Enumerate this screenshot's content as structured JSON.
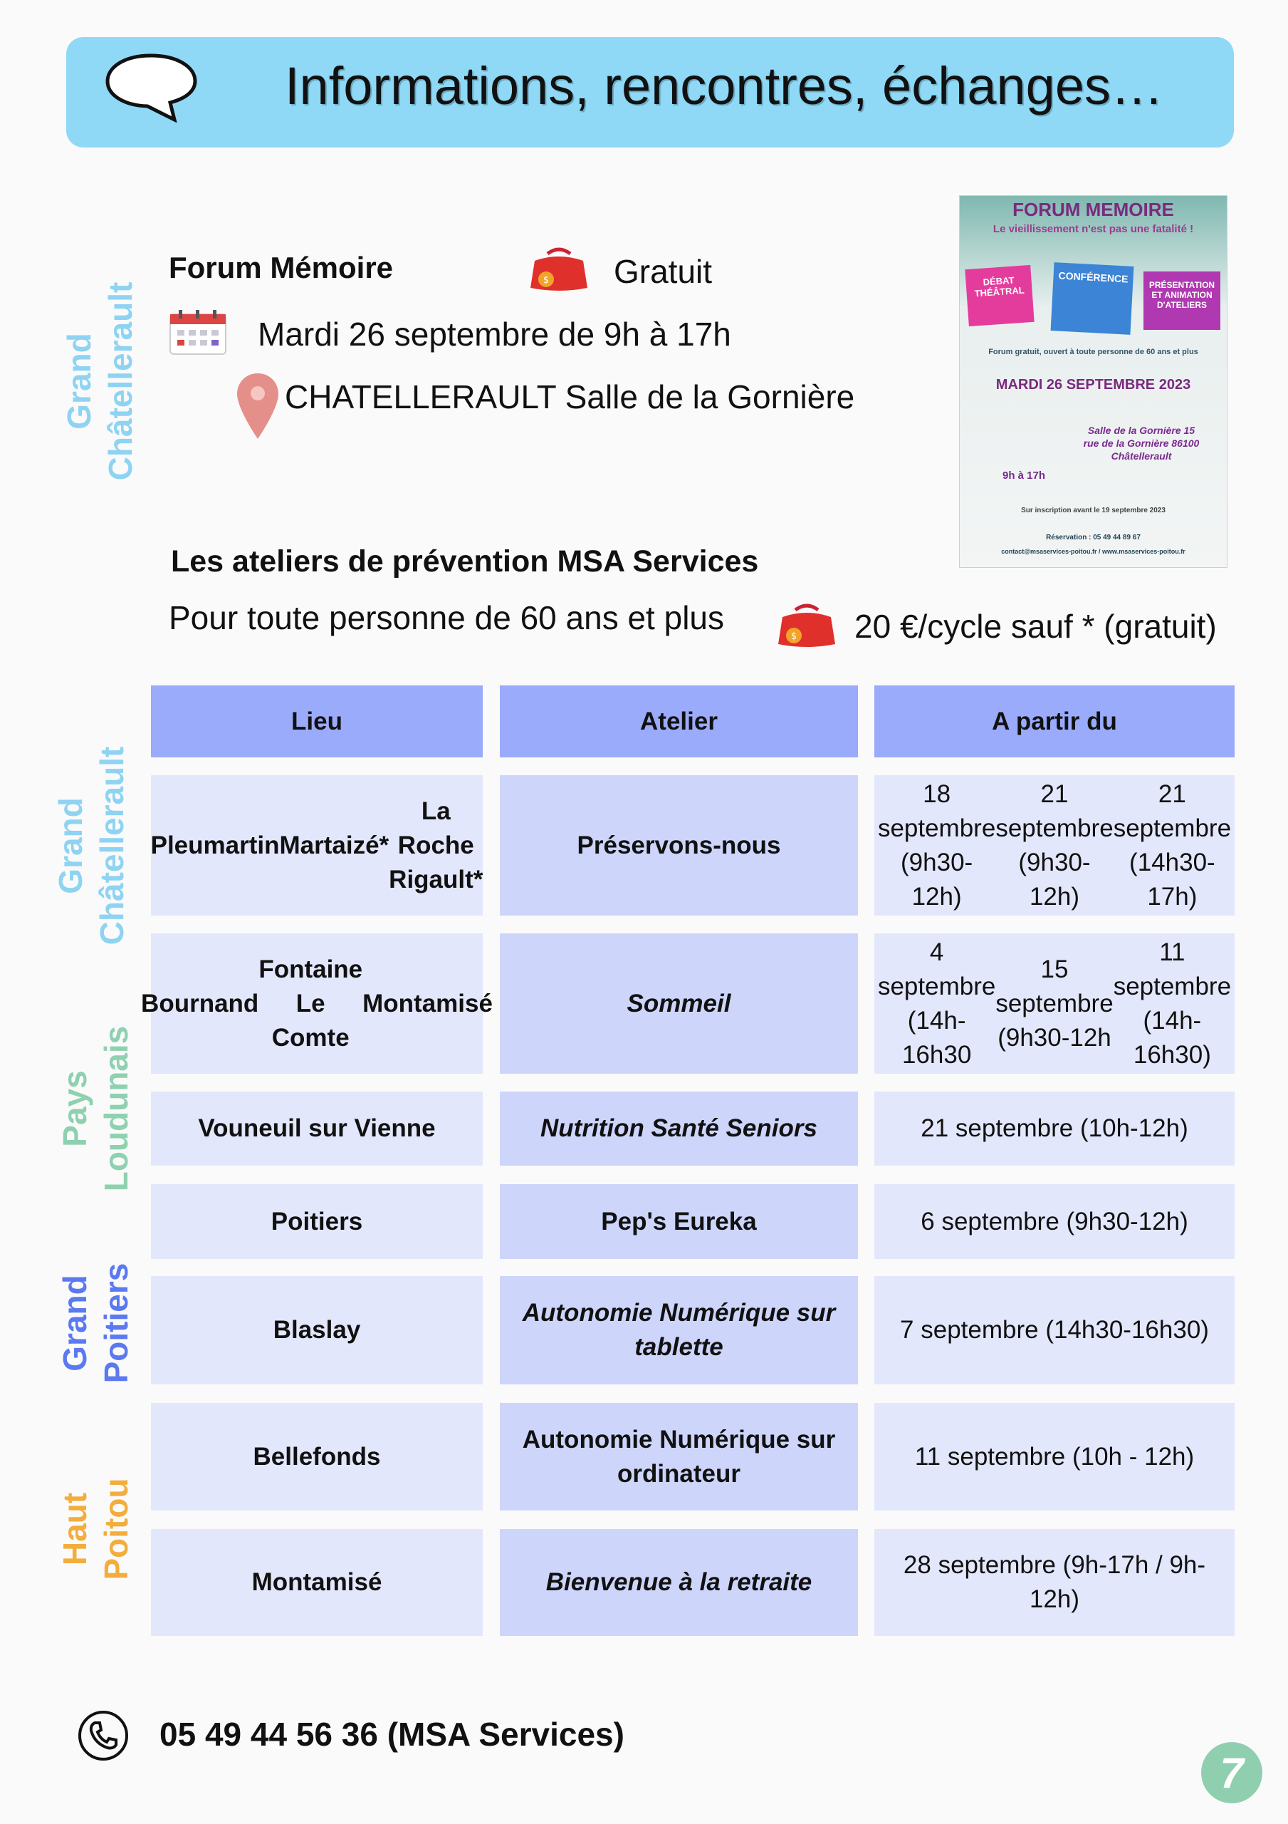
{
  "header": {
    "title": "Informations, rencontres, échanges…"
  },
  "forum": {
    "region": [
      "Grand",
      "Châtellerault"
    ],
    "title": "Forum  Mémoire",
    "price": "Gratuit",
    "date": "Mardi 26 septembre de 9h à 17h",
    "location": "CHATELLERAULT Salle de la Gornière",
    "poster": {
      "title": "FORUM MEMOIRE",
      "subtitle": "Le vieillissement n'est pas une fatalité !",
      "box1": "DÉBAT THÉÂTRAL",
      "box2": "CONFÉRENCE",
      "box3": "PRÉSENTATION ET ANIMATION D'ATELIERS",
      "info": "Forum gratuit, ouvert à toute personne de 60 ans et plus",
      "date": "MARDI 26 SEPTEMBRE 2023",
      "place": "Salle de la Gornière 15 rue de la Gornière 86100 Châtellerault",
      "hours": "9h à 17h",
      "inscription": "Sur inscription avant le 19 septembre 2023",
      "reservation": "Réservation : 05 49 44 89 67",
      "contact": "contact@msaservices-poitou.fr / www.msaservices-poitou.fr"
    }
  },
  "ateliers": {
    "title": "Les ateliers de prévention MSA Services",
    "audience": "Pour toute personne de 60 ans et plus",
    "price": "20 €/cycle sauf * (gratuit)"
  },
  "regions": [
    {
      "lines": [
        "Grand",
        "Châtellerault"
      ],
      "color": "#8fd3f2"
    },
    {
      "lines": [
        "Pays",
        "Loudunais"
      ],
      "color": "#8ed1b0"
    },
    {
      "lines": [
        "Grand",
        "Poitiers"
      ],
      "color": "#5b79f0"
    },
    {
      "lines": [
        "Haut",
        "Poitou"
      ],
      "color": "#f3ad3c"
    }
  ],
  "table": {
    "headers": [
      "Lieu",
      "Atelier",
      "A partir du"
    ],
    "rows": [
      {
        "lieu": [
          "Pleumartin",
          "Martaizé*",
          "La Roche Rigault*"
        ],
        "atelier": "Préservons-nous",
        "dates": [
          "18 septembre (9h30-12h)",
          "21 septembre (9h30-12h)",
          "21 septembre (14h30-17h)"
        ]
      },
      {
        "lieu": [
          "Bournand",
          "Fontaine Le Comte",
          "Montamisé"
        ],
        "atelier": "Sommeil",
        "dates": [
          "4 septembre (14h-16h30",
          "15 septembre (9h30-12h",
          "11 septembre (14h-16h30)"
        ]
      },
      {
        "lieu": [
          "Vouneuil sur Vienne"
        ],
        "atelier": "Nutrition Santé Seniors",
        "dates": [
          "21 septembre (10h-12h)"
        ]
      },
      {
        "lieu": [
          "Poitiers"
        ],
        "atelier": "Pep's Eureka",
        "dates": [
          "6 septembre (9h30-12h)"
        ]
      },
      {
        "lieu": [
          "Blaslay"
        ],
        "atelier": "Autonomie Numérique sur tablette",
        "dates": [
          "7 septembre (14h30-16h30)"
        ]
      },
      {
        "lieu": [
          "Bellefonds"
        ],
        "atelier": "Autonomie Numérique sur ordinateur",
        "dates": [
          "11 septembre (10h - 12h)"
        ]
      },
      {
        "lieu": [
          "Montamisé"
        ],
        "atelier": "Bienvenue à la retraite",
        "dates": [
          "28 septembre  (9h-17h / 9h-12h)"
        ]
      }
    ]
  },
  "footer": {
    "phone": "05 49 44 56 36 (MSA Services)",
    "page_number": "7"
  }
}
